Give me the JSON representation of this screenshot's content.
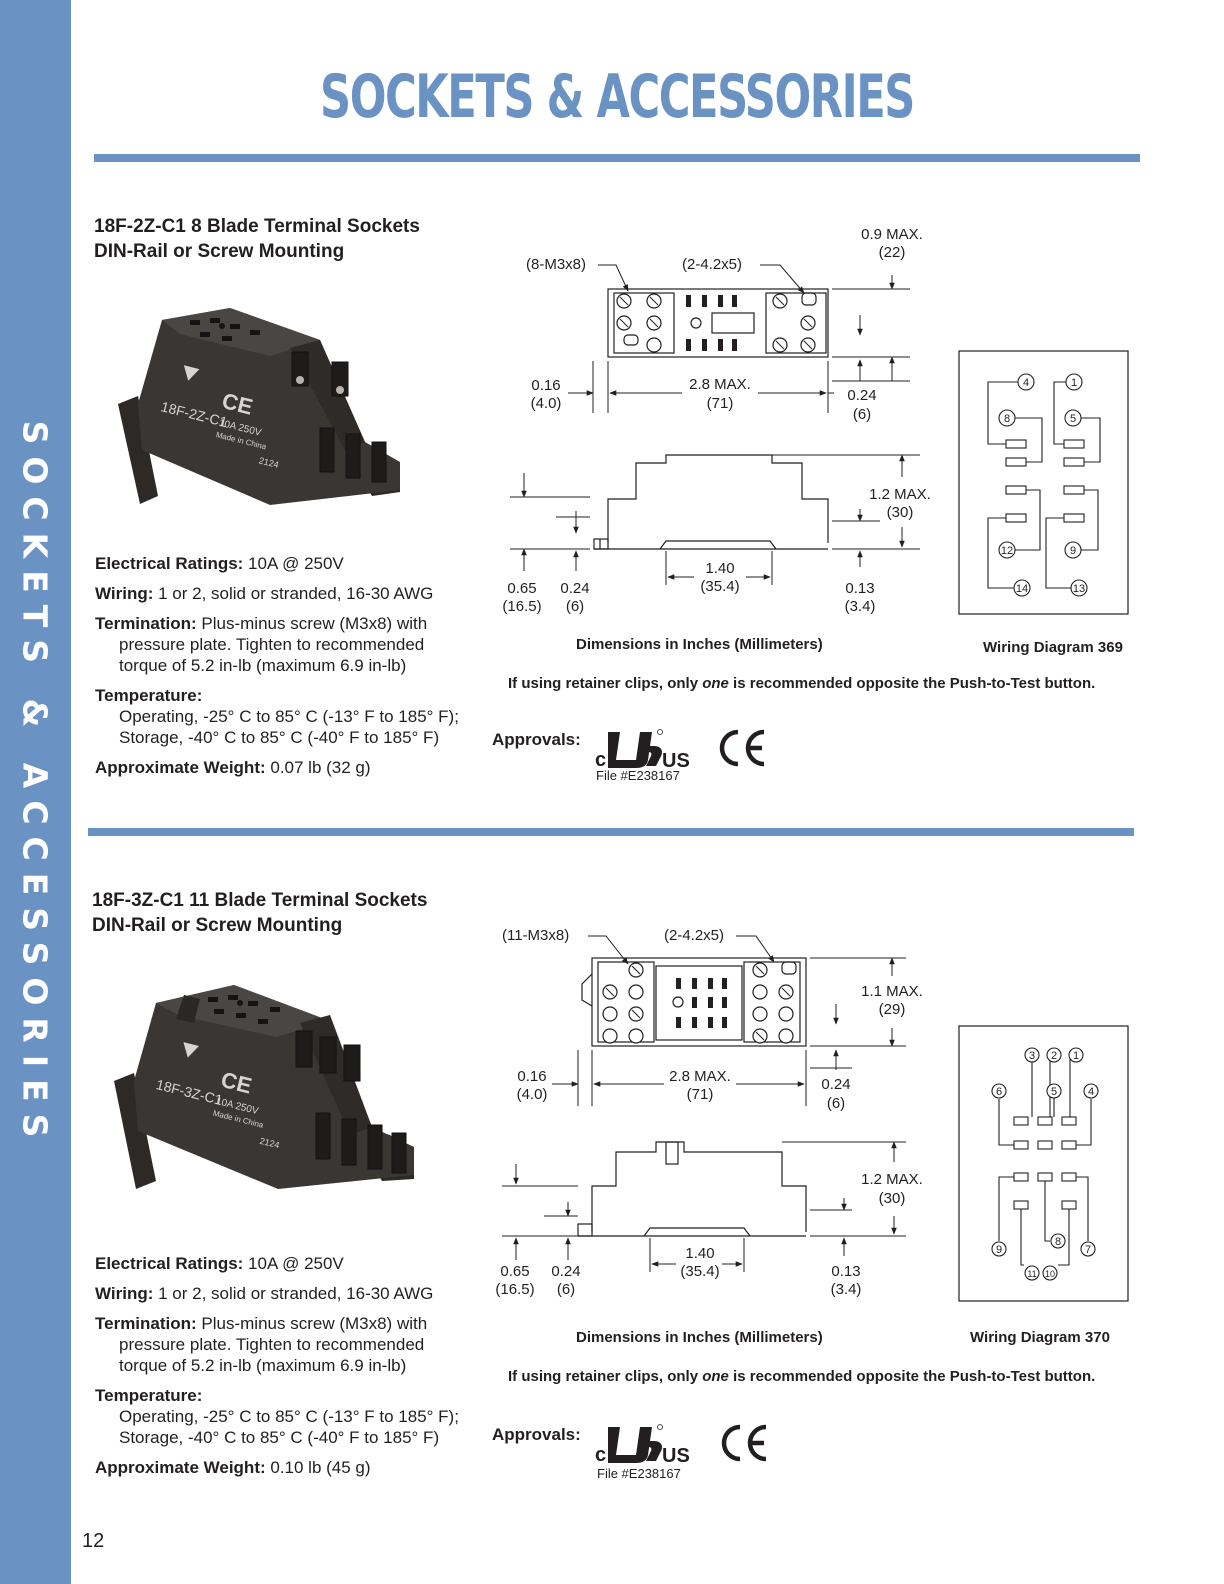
{
  "page": {
    "title": "SOCKETS & ACCESSORIES",
    "side_label": "SOCKETS & ACCESSORIES",
    "page_number": "12"
  },
  "colors": {
    "accent": "#6a93c4",
    "text": "#231f20",
    "product_body": "#3a3634"
  },
  "products": [
    {
      "title_line1": "18F-2Z-C1 8 Blade Terminal Sockets",
      "title_line2": "DIN-Rail or Screw Mounting",
      "photo_model": "18F-2Z-C1",
      "photo_rating": "10A 250V",
      "photo_made": "Made in China",
      "photo_code": "2124",
      "specs": {
        "electrical_label": "Electrical Ratings:",
        "electrical_value": " 10A @ 250V",
        "wiring_label": "Wiring:",
        "wiring_value": " 1 or 2, solid or stranded, 16-30 AWG",
        "termination_label": "Termination:",
        "termination_value": " Plus-minus screw (M3x8) with",
        "termination_line2": "pressure plate. Tighten to recommended",
        "termination_line3": "torque of 5.2 in-lb (maximum 6.9 in-lb)",
        "temperature_label": "Temperature:",
        "operating": "Operating, -25° C to 85° C (-13° F to 185° F);",
        "storage": "Storage, -40° C to 85° C (-40° F to 185° F)",
        "weight_label": "Approximate Weight:",
        "weight_value": " 0.07 lb (32 g)"
      },
      "dims": {
        "screw_callout": "(8-M3x8)",
        "hole_callout": "(2-4.2x5)",
        "height_max": "0.9 MAX.",
        "height_max_mm": "(22)",
        "left_offset": "0.16",
        "left_offset_mm": "(4.0)",
        "length_max": "2.8 MAX.",
        "length_max_mm": "(71)",
        "right_tab": "0.24",
        "right_tab_mm": "(6)",
        "side_height_max": "1.2 MAX.",
        "side_height_max_mm": "(30)",
        "base_height": "0.65",
        "base_height_mm": "(16.5)",
        "rail_gap": "0.24",
        "rail_gap_mm": "(6)",
        "rail_width": "1.40",
        "rail_width_mm": "(35.4)",
        "foot_height": "0.13",
        "foot_height_mm": "(3.4)"
      },
      "wiring_pins": [
        "4",
        "1",
        "8",
        "5",
        "12",
        "9",
        "14",
        "13"
      ],
      "dims_caption": "Dimensions in Inches (Millimeters)",
      "wiring_caption": "Wiring Diagram 369",
      "note_before": "If using retainer clips, only ",
      "note_em": "one",
      "note_after": " is recommended opposite the Push-to-Test button.",
      "approvals_label": "Approvals:",
      "ul_c": "c",
      "ul_us": "US",
      "ce": "CE",
      "file_no": "File #E238167"
    },
    {
      "title_line1": "18F-3Z-C1 11 Blade Terminal Sockets",
      "title_line2": "DIN-Rail or Screw Mounting",
      "photo_model": "18F-3Z-C1",
      "photo_rating": "10A 250V",
      "photo_made": "Made in China",
      "photo_code": "2124",
      "specs": {
        "electrical_label": "Electrical Ratings:",
        "electrical_value": " 10A @ 250V",
        "wiring_label": "Wiring:",
        "wiring_value": " 1 or 2, solid or stranded, 16-30 AWG",
        "termination_label": "Termination:",
        "termination_value": " Plus-minus screw (M3x8) with",
        "termination_line2": "pressure plate. Tighten to recommended",
        "termination_line3": "torque of 5.2 in-lb (maximum 6.9 in-lb)",
        "temperature_label": "Temperature:",
        "operating": "Operating, -25° C to 85° C (-13° F to 185° F);",
        "storage": "Storage, -40° C to 85° C (-40° F to 185° F)",
        "weight_label": "Approximate Weight:",
        "weight_value": " 0.10 lb (45 g)"
      },
      "dims": {
        "screw_callout": "(11-M3x8)",
        "hole_callout": "(2-4.2x5)",
        "height_max": "1.1 MAX.",
        "height_max_mm": "(29)",
        "left_offset": "0.16",
        "left_offset_mm": "(4.0)",
        "length_max": "2.8 MAX.",
        "length_max_mm": "(71)",
        "right_tab": "0.24",
        "right_tab_mm": "(6)",
        "side_height_max": "1.2 MAX.",
        "side_height_max_mm": "(30)",
        "base_height": "0.65",
        "base_height_mm": "(16.5)",
        "rail_gap": "0.24",
        "rail_gap_mm": "(6)",
        "rail_width": "1.40",
        "rail_width_mm": "(35.4)",
        "foot_height": "0.13",
        "foot_height_mm": "(3.4)"
      },
      "wiring_pins": [
        "3",
        "2",
        "1",
        "6",
        "5",
        "4",
        "9",
        "8",
        "7",
        "11",
        "10"
      ],
      "dims_caption": "Dimensions in Inches (Millimeters)",
      "wiring_caption": "Wiring Diagram 370",
      "note_before": "If using retainer clips, only ",
      "note_em": "one",
      "note_after": " is recommended opposite the Push-to-Test button.",
      "approvals_label": "Approvals:",
      "ul_c": "c",
      "ul_us": "US",
      "ce": "CE",
      "file_no": "File #E238167"
    }
  ]
}
